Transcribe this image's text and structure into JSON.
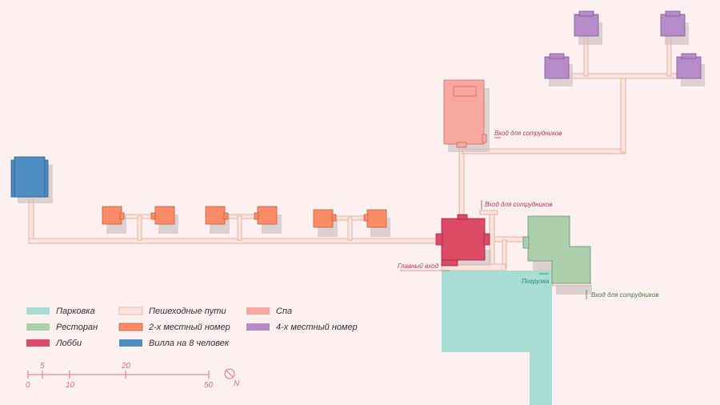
{
  "colors": {
    "background": "#fcf0f0",
    "parking": "#a9ddd3",
    "restaurant": "#aacfaa",
    "lobby": "#dc4b66",
    "path": "#fbe3db",
    "double_room": "#f98c66",
    "villa": "#4f8cc2",
    "spa": "#f8a79e",
    "quad_room": "#b68bc7",
    "scale": "#e8708a"
  },
  "annotations": {
    "staff_entrance_spa": "Вход для сотрудников",
    "staff_entrance_lobby": "Вход для сотрудников",
    "main_entrance": "Главный вход",
    "loading": "Погрузка",
    "staff_entrance_restaurant": "Вход для сотрудников"
  },
  "legend": [
    {
      "label": "Парковка",
      "color": "#a9ddd3"
    },
    {
      "label": "Пешеходные пути",
      "color": "#fbe3db"
    },
    {
      "label": "Спа",
      "color": "#f8a79e"
    },
    {
      "label": "Ресторан",
      "color": "#aacfaa"
    },
    {
      "label": "2-х местный номер",
      "color": "#f98c66"
    },
    {
      "label": "4-х местный номер",
      "color": "#b68bc7"
    },
    {
      "label": "Лобби",
      "color": "#dc4b66"
    },
    {
      "label": "Вилла на 8 человек",
      "color": "#4f8cc2"
    }
  ],
  "scale_bar": {
    "ticks_bottom": [
      "0",
      "10",
      "50"
    ],
    "ticks_top": [
      "5",
      "20"
    ]
  },
  "north_label": "N"
}
